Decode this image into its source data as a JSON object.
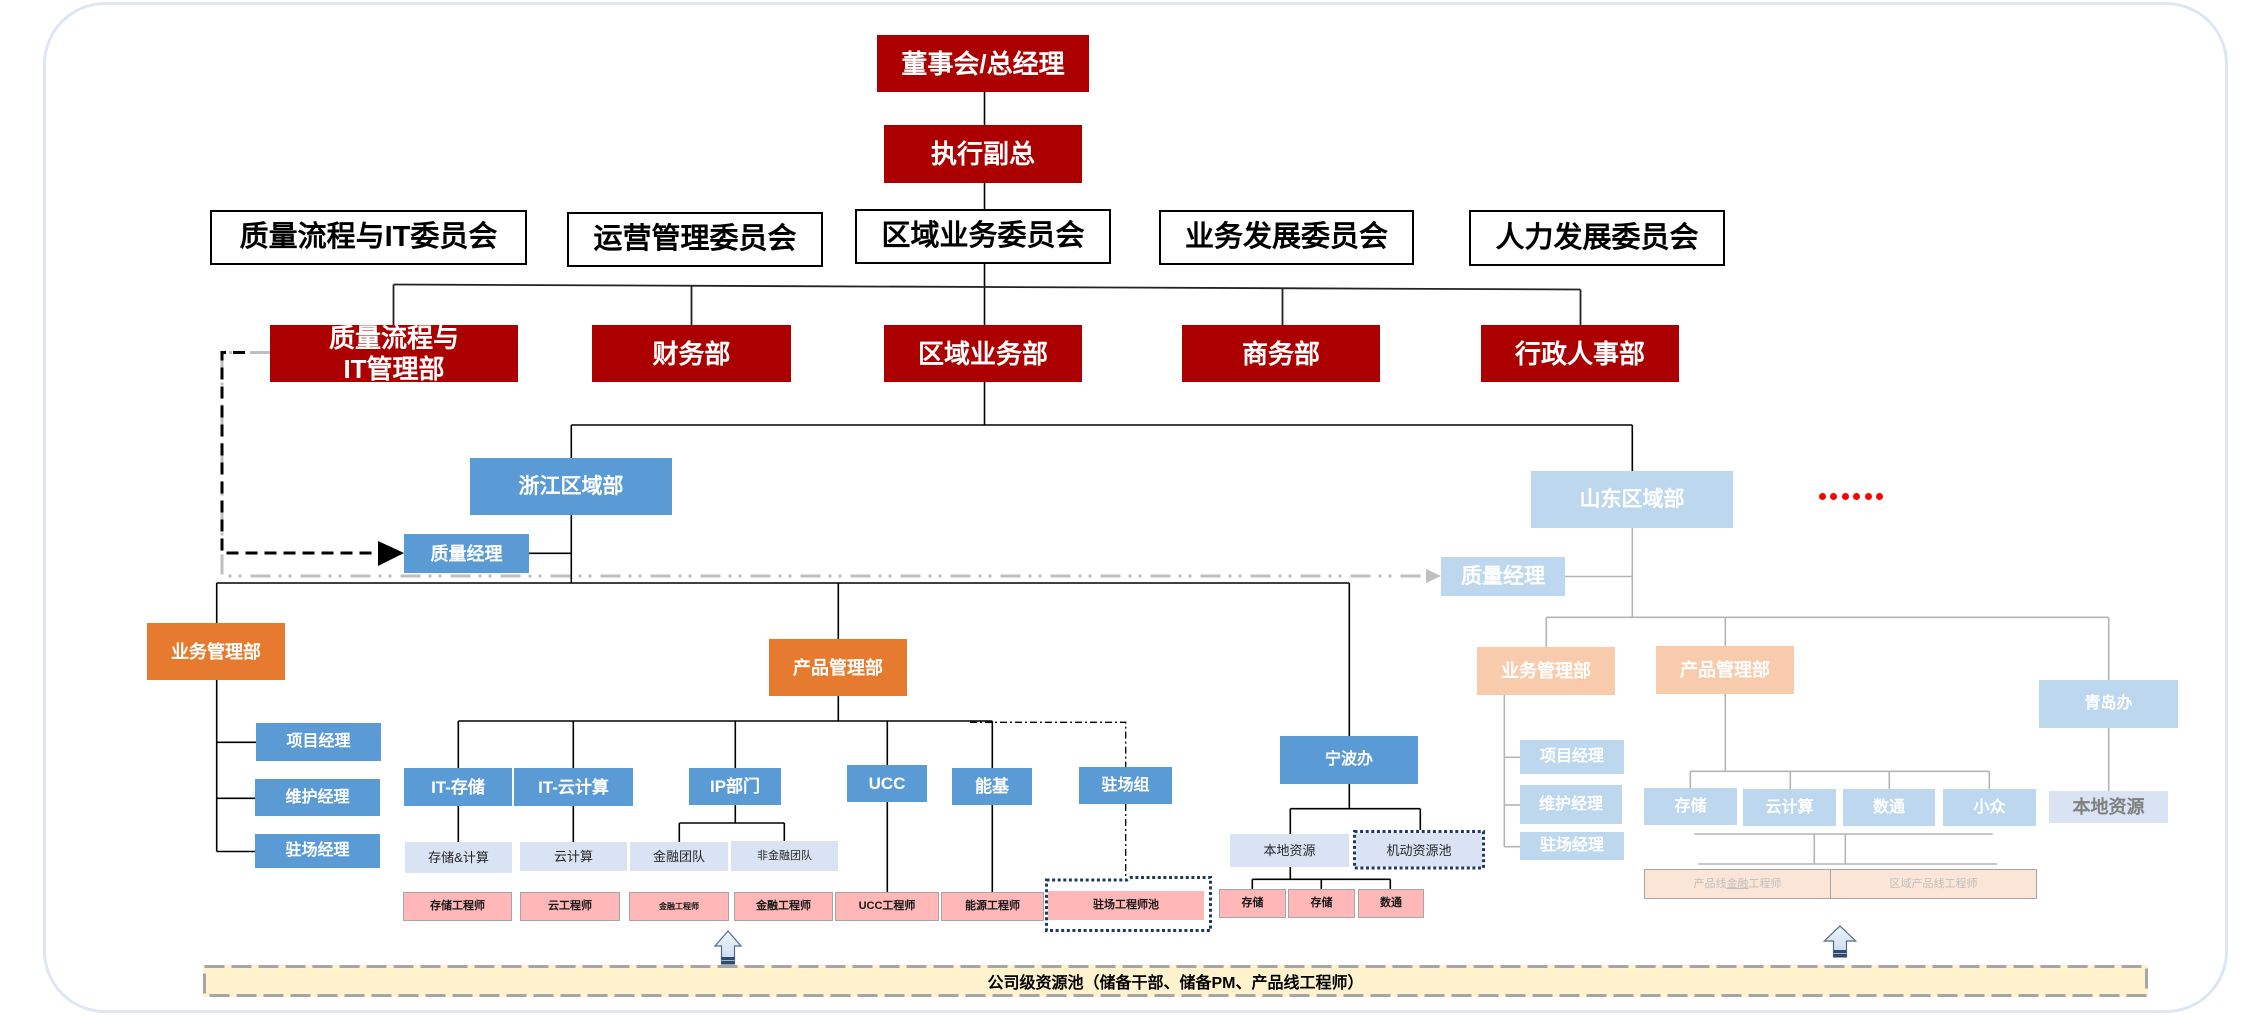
{
  "colors": {
    "leadership_red": "#AC0000",
    "zhejiang_blue": "#5B9BD5",
    "zhejiang_orange": "#E67B30",
    "shandong_blue": "#BDD7EE",
    "shandong_orange": "#F8CBAD",
    "team_fill": "#DAE3F3",
    "engineer_pink": "#FFB7B7",
    "shandong_engineer_fill": "#FBE5D6",
    "resource_pool_fill": "#FFF2CC",
    "more_regions_red": "#FF0000",
    "frame_border": "#DCE7F3"
  },
  "leadership": {
    "board": "董事会/总经理",
    "executive_vp": "执行副总"
  },
  "committees": [
    {
      "label": "质量流程与IT委员会"
    },
    {
      "label": "运营管理委员会"
    },
    {
      "label": "区域业务委员会"
    },
    {
      "label": "业务发展委员会"
    },
    {
      "label": "人力发展委员会"
    }
  ],
  "departments": [
    {
      "label_lines": [
        "质量流程与",
        "IT管理部"
      ]
    },
    {
      "label": "财务部"
    },
    {
      "label": "区域业务部"
    },
    {
      "label": "商务部"
    },
    {
      "label": "行政人事部"
    }
  ],
  "zhejiang": {
    "region": "浙江区域部",
    "quality_manager": "质量经理",
    "business_mgmt": {
      "label": "业务管理部",
      "roles": [
        "项目经理",
        "维护经理",
        "驻场经理"
      ]
    },
    "product_mgmt": {
      "label": "产品管理部",
      "it_storage": {
        "label": "IT-存储",
        "team": "存储&计算",
        "engineer": "存储工程师"
      },
      "it_cloud": {
        "label": "IT-云计算",
        "team": "云计算",
        "engineer": "云工程师"
      },
      "ip": {
        "label": "IP部门",
        "teams": [
          "金融团队",
          "非金融团队"
        ],
        "engineers": [
          "金融工程师",
          "金融工程师"
        ]
      },
      "ucc": {
        "label": "UCC",
        "engineer": "UCC工程师"
      },
      "energy": {
        "label": "能基",
        "engineer": "能源工程师"
      },
      "onsite": {
        "label": "驻场组",
        "engineer_pool": "驻场工程师池"
      }
    },
    "ningbo_office": {
      "label": "宁波办",
      "local_resources": "本地资源",
      "flexible_pool": "机动资源池",
      "engineers": [
        "存储",
        "存储",
        "数通"
      ]
    }
  },
  "shandong": {
    "region": "山东区域部",
    "quality_manager": "质量经理",
    "business_mgmt": {
      "label": "业务管理部",
      "roles": [
        "项目经理",
        "维护经理",
        "驻场经理"
      ]
    },
    "product_mgmt": {
      "label": "产品管理部",
      "groups": [
        "存储",
        "云计算",
        "数通",
        "小众"
      ],
      "engineers": [
        {
          "prefix": "产品线",
          "underlined": "金融",
          "suffix": "工程师"
        },
        {
          "label": "区域产品线工程师"
        }
      ]
    },
    "qingdao_office": {
      "label": "青岛办",
      "local_resources": "本地资源"
    }
  },
  "more_regions_indicator": {
    "dot_count": 6
  },
  "resource_pool": "公司级资源池（储备干部、储备PM、产品线工程师）"
}
